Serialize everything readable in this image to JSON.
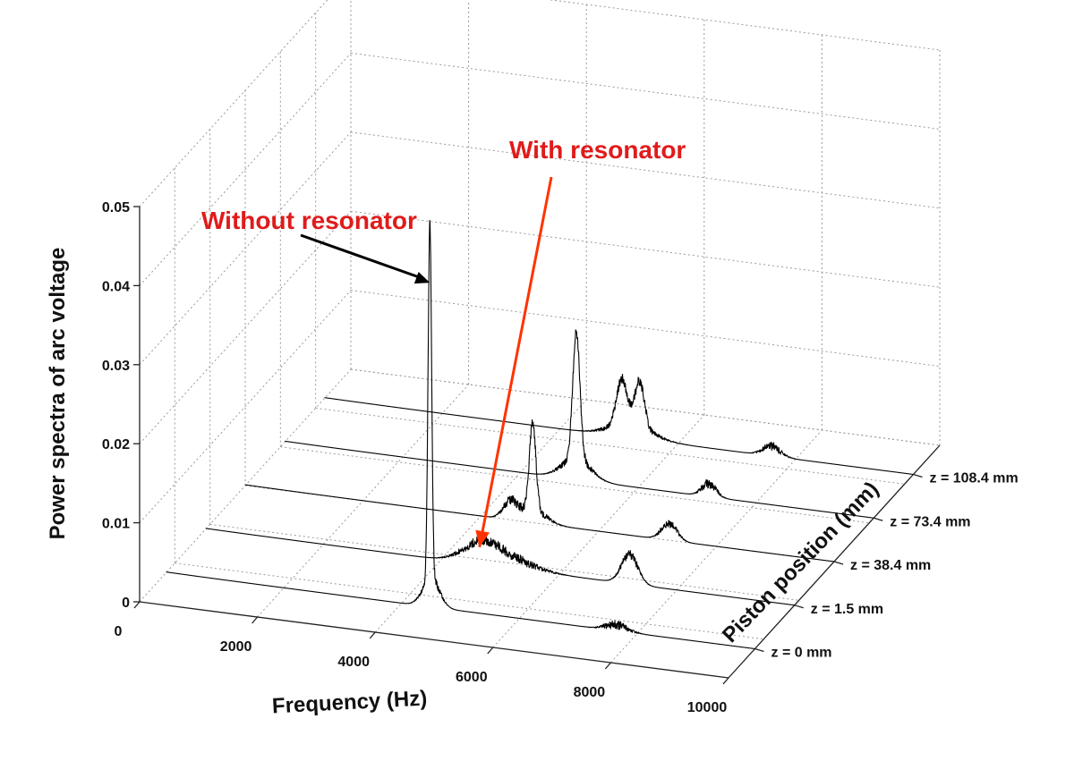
{
  "chart_data": {
    "type": "line",
    "title": "",
    "xlabel": "Frequency (Hz)",
    "ylabel": "Piston position (mm)",
    "zlabel": "Power spectra of arc voltage",
    "xlim": [
      0,
      10000
    ],
    "zlim": [
      0,
      0.05
    ],
    "grid": true,
    "x_ticks": [
      "0",
      "2000",
      "4000",
      "6000",
      "8000",
      "10000"
    ],
    "z_ticks": [
      "0",
      "0.01",
      "0.02",
      "0.03",
      "0.04",
      "0.05"
    ],
    "series": [
      {
        "name": "z = 0 mm",
        "peaks": [
          {
            "x": 4480,
            "y": 0.045,
            "width": 30
          },
          {
            "x": 4500,
            "y": 0.0035,
            "width": 140
          },
          {
            "x": 7650,
            "y": 0.0006,
            "width": 180
          }
        ]
      },
      {
        "name": "z = 1.5 mm",
        "peaks": [
          {
            "x": 4700,
            "y": 0.0025,
            "width": 320
          },
          {
            "x": 5200,
            "y": 0.0008,
            "width": 400
          },
          {
            "x": 7200,
            "y": 0.0035,
            "width": 140
          }
        ]
      },
      {
        "name": "z = 38.4 mm",
        "peaks": [
          {
            "x": 4500,
            "y": 0.002,
            "width": 120
          },
          {
            "x": 4880,
            "y": 0.011,
            "width": 55
          },
          {
            "x": 4880,
            "y": 0.0015,
            "width": 220
          },
          {
            "x": 7200,
            "y": 0.002,
            "width": 130
          }
        ]
      },
      {
        "name": "z = 73.4 mm",
        "peaks": [
          {
            "x": 4950,
            "y": 0.016,
            "width": 60
          },
          {
            "x": 4950,
            "y": 0.0025,
            "width": 240
          },
          {
            "x": 7200,
            "y": 0.0015,
            "width": 120
          }
        ]
      },
      {
        "name": "z = 108.4 mm",
        "peaks": [
          {
            "x": 5050,
            "y": 0.0058,
            "width": 90
          },
          {
            "x": 5350,
            "y": 0.0058,
            "width": 80
          },
          {
            "x": 5200,
            "y": 0.0015,
            "width": 350
          },
          {
            "x": 7600,
            "y": 0.001,
            "width": 150
          }
        ]
      }
    ],
    "annotations": [
      {
        "text": "Without resonator",
        "color": "#e01b1b",
        "arrow_color": "#000000"
      },
      {
        "text": "With resonator",
        "color": "#e01b1b",
        "arrow_color": "#ff3300"
      }
    ]
  }
}
